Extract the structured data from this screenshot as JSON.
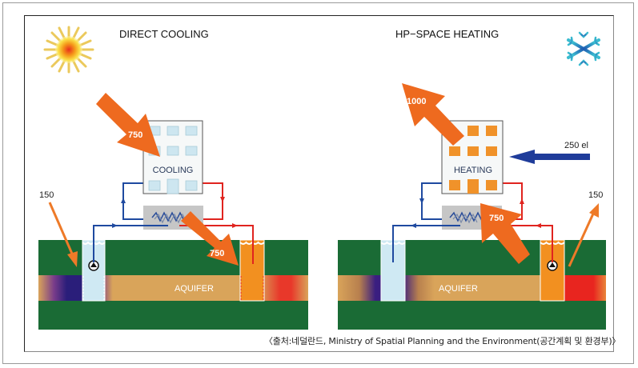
{
  "panels": [
    {
      "id": "direct-cooling",
      "title": "DIRECT COOLING",
      "weather_icon": "sun-icon",
      "building_label": "COOLING",
      "aquifer_label": "AQUIFER",
      "flows": [
        {
          "label": "750",
          "direction": "into building (solar heat)"
        },
        {
          "label": "750",
          "direction": "to warm well"
        },
        {
          "label": "150",
          "direction": "into ground"
        }
      ]
    },
    {
      "id": "hp-space-heating",
      "title": "HP−SPACE HEATING",
      "weather_icon": "snowflake-icon",
      "building_label": "HEATING",
      "aquifer_label": "AQUIFER",
      "flows": [
        {
          "label": "1000",
          "direction": "out of building"
        },
        {
          "label": "750",
          "direction": "from warm well to building"
        },
        {
          "label": "150",
          "direction": "out of ground"
        },
        {
          "label": "250 el",
          "direction": "electricity into building"
        }
      ]
    }
  ],
  "caption": "〈출처:네덜란드, Ministry of Spatial Planning and the Environment(공간계획 및 환경부)〉",
  "colors": {
    "ground_green": "#1a6b35",
    "aquifer_tan": "#d9a45a",
    "cold_blue": "#1f3c9a",
    "hot_red": "#e0241f",
    "arrow_orange": "#ee6a1f",
    "well_cold": "#cfe9f3",
    "well_hot": "#f29020",
    "window_blue": "#cde6f0",
    "window_orange": "#f0922a"
  }
}
